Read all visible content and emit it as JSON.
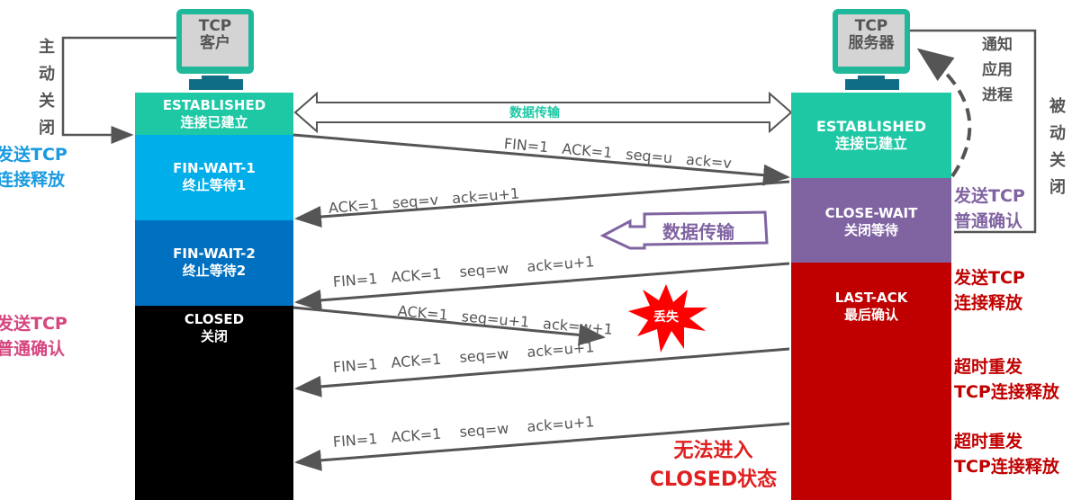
{
  "client": {
    "title": [
      "TCP",
      "客户"
    ],
    "states": [
      {
        "en": "ESTABLISHED",
        "zh": "连接已建立",
        "color": "#1ec8a5"
      },
      {
        "en": "FIN-WAIT-1",
        "zh": "终止等待1",
        "color": "#00aeea"
      },
      {
        "en": "FIN-WAIT-2",
        "zh": "终止等待2",
        "color": "#0070c0"
      },
      {
        "en": "CLOSED",
        "zh": "关闭",
        "color": "#000000"
      }
    ]
  },
  "server": {
    "title": [
      "TCP",
      "服务器"
    ],
    "states": [
      {
        "en": "ESTABLISHED",
        "zh": "连接已建立",
        "color": "#1ec8a5"
      },
      {
        "en": "CLOSE-WAIT",
        "zh": "关闭等待",
        "color": "#8064a2"
      },
      {
        "en": "LAST-ACK",
        "zh": "最后确认",
        "color": "#c00000"
      }
    ]
  },
  "left_labels": {
    "active_close": [
      "主",
      "动",
      "关",
      "闭"
    ],
    "send_fin": [
      "发送TCP",
      "连接释放"
    ],
    "send_ack": [
      "发送TCP",
      "普通确认"
    ]
  },
  "right_labels": {
    "notify": [
      "通知",
      "应用",
      "进程"
    ],
    "passive_close": [
      "被",
      "动",
      "关",
      "闭"
    ],
    "send_ack": [
      "发送TCP",
      "普通确认"
    ],
    "send_fin": [
      "发送TCP",
      "连接释放"
    ],
    "retransmit1": [
      "超时重发",
      "TCP连接释放"
    ],
    "retransmit2": [
      "超时重发",
      "TCP连接释放"
    ]
  },
  "data_transfer": "数据传输",
  "server_data_transfer": "数据传输",
  "lost": "丢失",
  "cannot_close": [
    "无法进入",
    "CLOSED状态"
  ],
  "segments": [
    "FIN=1   ACK=1   seq=u   ack=v",
    "ACK=1   seq=v   ack=u+1",
    "FIN=1   ACK=1    seq=w    ack=u+1",
    "ACK=1   seq=u+1   ack=w+1",
    "FIN=1   ACK=1    seq=w    ack=u+1",
    "FIN=1   ACK=1    seq=w    ack=u+1"
  ],
  "colors": {
    "blue": "#1a9ae0",
    "pink": "#d6457f",
    "purple": "#8064a2",
    "red": "#c00000",
    "teal": "#1ec8a5"
  }
}
